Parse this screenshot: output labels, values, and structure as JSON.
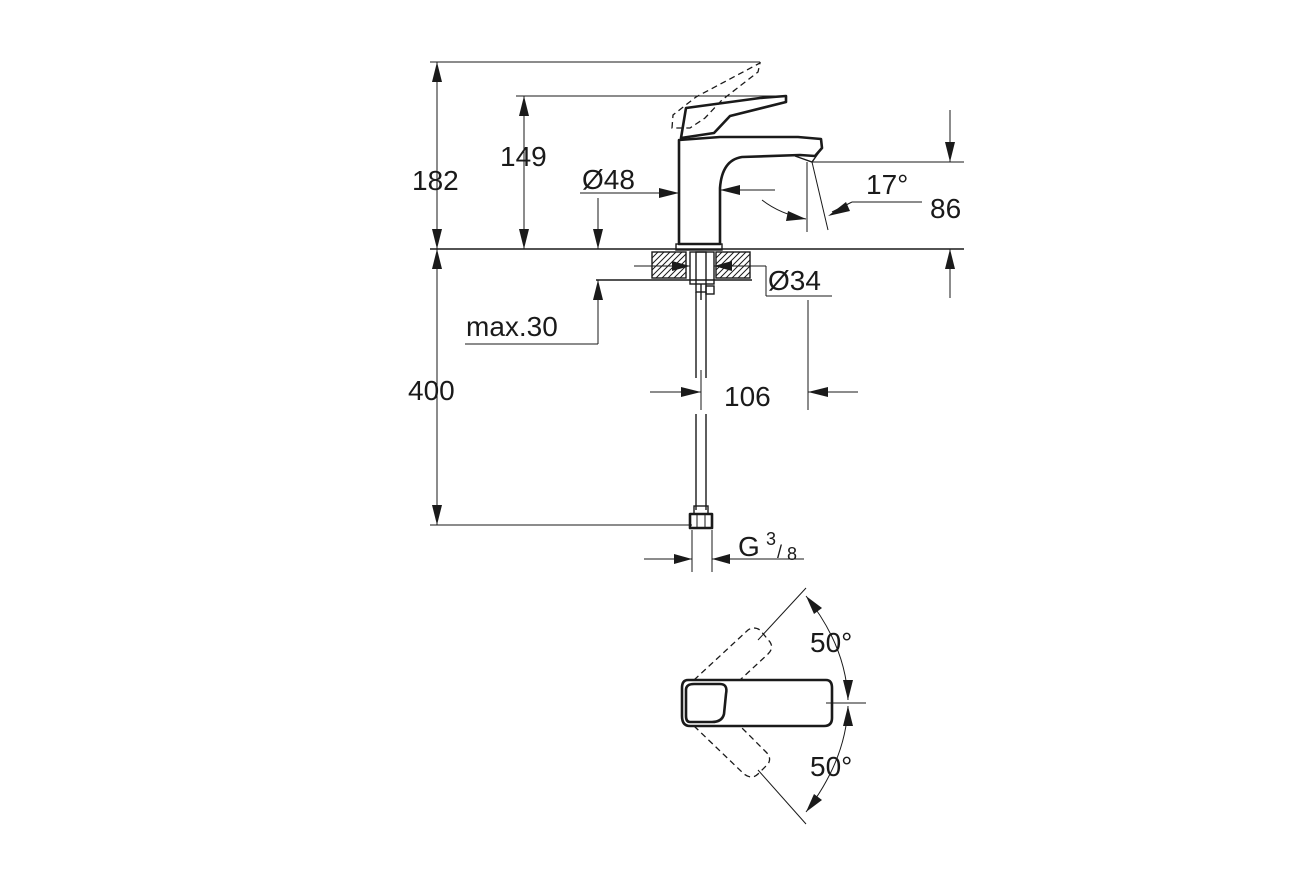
{
  "dimensions": {
    "total_height": "182",
    "spout_height": "149",
    "body_diameter": "Ø48",
    "spout_angle": "17°",
    "spout_height_right": "86",
    "hole_diameter": "Ø34",
    "max_deck": "max.30",
    "hose_length": "400",
    "projection": "106",
    "thread_prefix": "G",
    "thread_num": "3",
    "thread_den": "8",
    "lever_angle_top": "50°",
    "lever_angle_bottom": "50°"
  },
  "colors": {
    "line": "#1a1a1a",
    "background": "#ffffff"
  }
}
